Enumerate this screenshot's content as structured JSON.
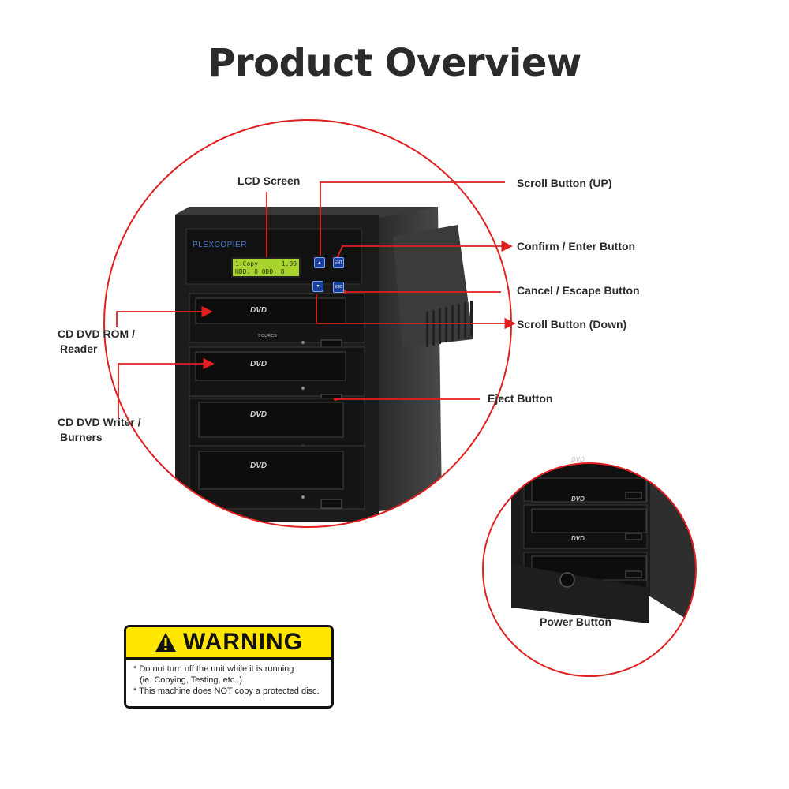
{
  "title": "Product Overview",
  "labels": {
    "lcd_screen": "LCD Screen",
    "scroll_up": "Scroll Button (UP)",
    "confirm": "Confirm / Enter Button",
    "cancel": "Cancel / Escape Button",
    "scroll_down": "Scroll Button (Down)",
    "reader_line1": "CD DVD ROM /",
    "reader_line2": "Reader",
    "writer_line1": "CD DVD Writer /",
    "writer_line2": "Burners",
    "eject": "Eject Button",
    "power": "Power Button"
  },
  "device": {
    "brand": "PLEXCOPIER",
    "lcd_line1_left": "1.Copy",
    "lcd_line1_right": "1.09",
    "lcd_line2": "HDD: 0 ODD: 8",
    "btn_enter": "ENT",
    "btn_escape": "ESC",
    "drive_logo": "DVD",
    "source_label": "SOURCE"
  },
  "warning": {
    "title": "WARNING",
    "line1": "* Do not turn off the unit while it is running",
    "line2": "(ie. Copying, Testing, etc..)",
    "line3": "* This machine does NOT copy a protected disc."
  },
  "colors": {
    "callout_red": "#e02020",
    "warning_yellow": "#ffe600",
    "device_black": "#1a1a1a"
  }
}
